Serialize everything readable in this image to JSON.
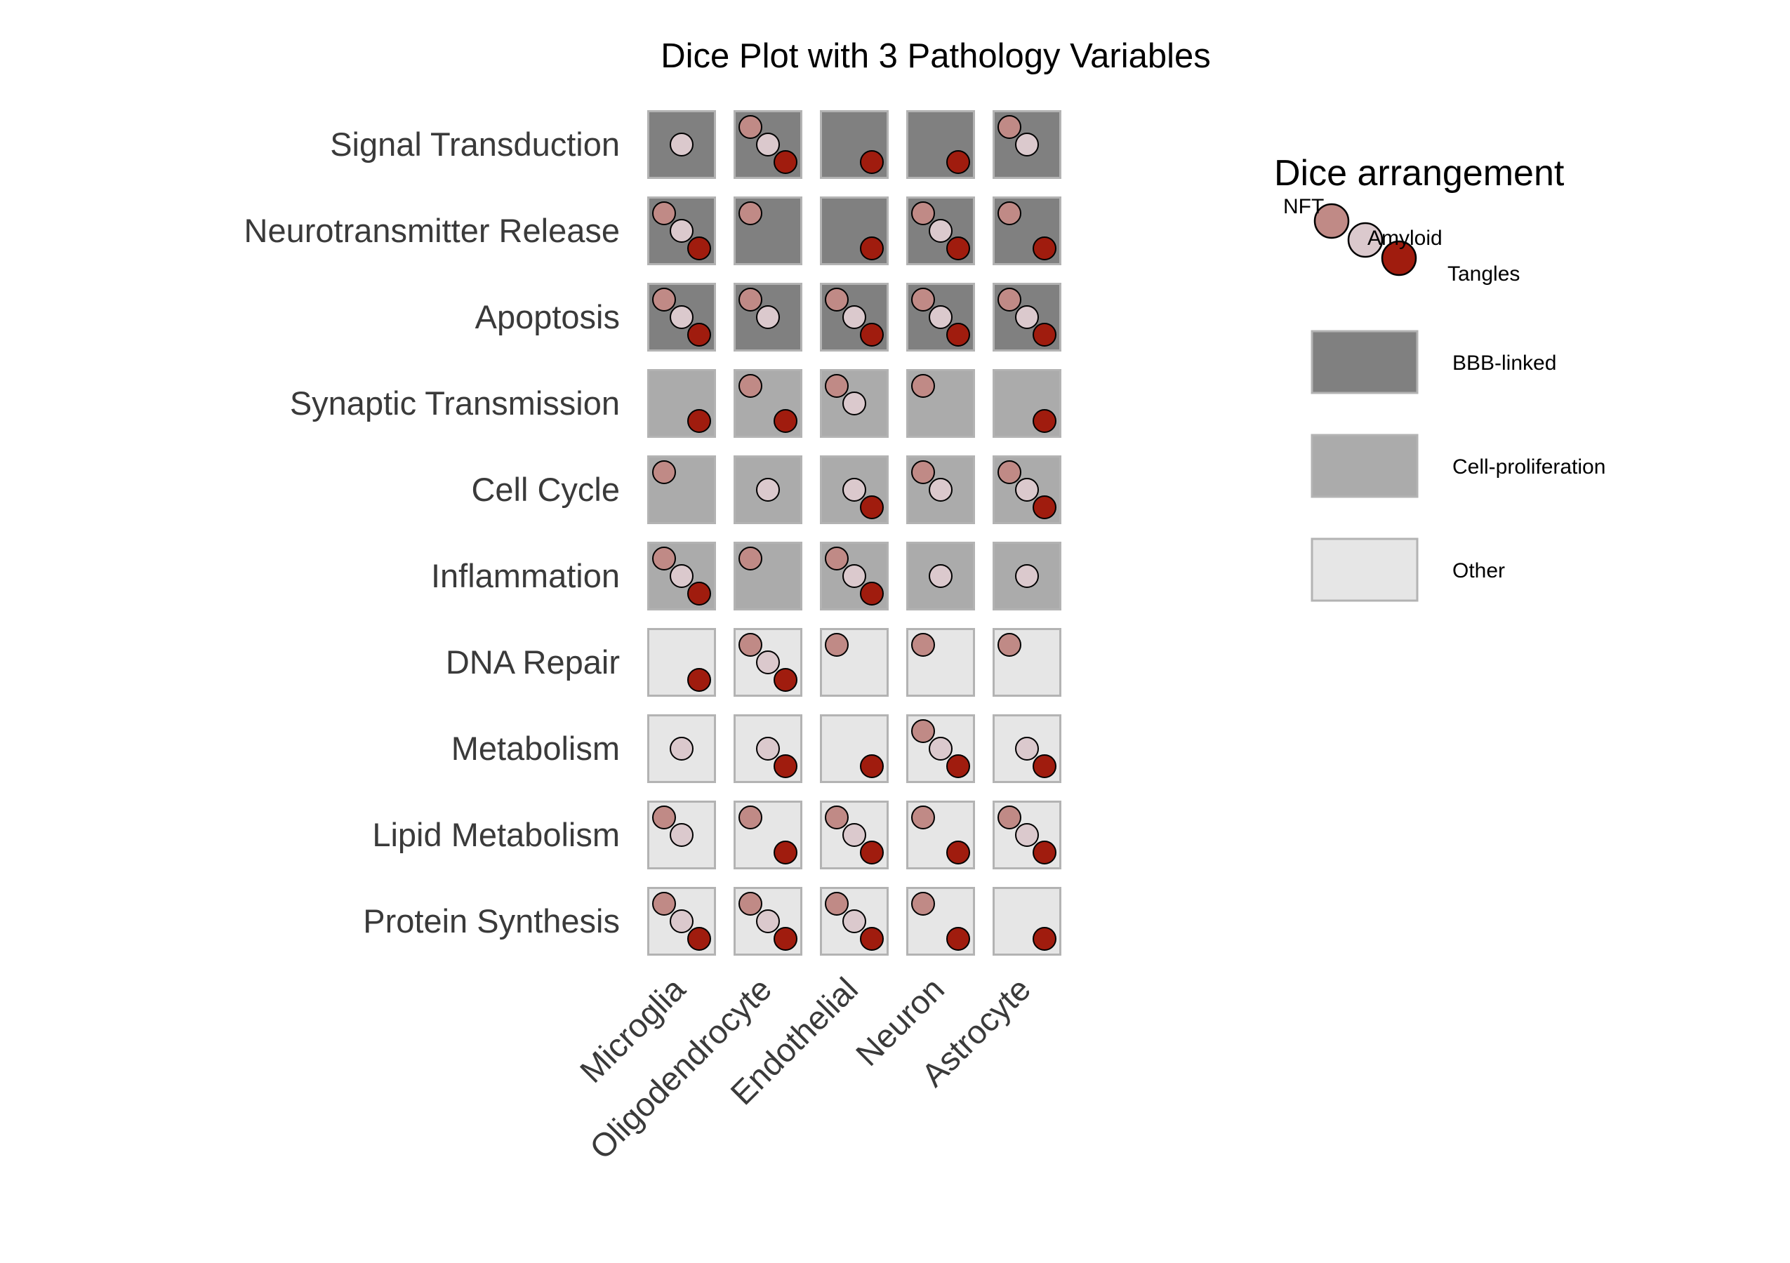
{
  "chart_data": {
    "type": "dice",
    "title": "Dice Plot with 3 Pathology Variables",
    "rows": [
      "Signal Transduction",
      "Neurotransmitter Release",
      "Apoptosis",
      "Synaptic Transmission",
      "Cell Cycle",
      "Inflammation",
      "DNA Repair",
      "Metabolism",
      "Lipid Metabolism",
      "Protein Synthesis"
    ],
    "columns": [
      "Microglia",
      "Oligodendrocyte",
      "Endothelial",
      "Neuron",
      "Astrocyte"
    ],
    "variables": [
      {
        "name": "NFT",
        "color": "#c08a86"
      },
      {
        "name": "Amyloid",
        "color": "#dbc9cd"
      },
      {
        "name": "Tangles",
        "color": "#a01c0e"
      }
    ],
    "cells": [
      [
        [
          "Amyloid"
        ],
        [
          "NFT",
          "Amyloid",
          "Tangles"
        ],
        [
          "Tangles"
        ],
        [
          "Tangles"
        ],
        [
          "NFT",
          "Amyloid"
        ]
      ],
      [
        [
          "NFT",
          "Amyloid",
          "Tangles"
        ],
        [
          "NFT"
        ],
        [
          "Tangles"
        ],
        [
          "NFT",
          "Amyloid",
          "Tangles"
        ],
        [
          "NFT",
          "Tangles"
        ]
      ],
      [
        [
          "NFT",
          "Amyloid",
          "Tangles"
        ],
        [
          "NFT",
          "Amyloid"
        ],
        [
          "NFT",
          "Amyloid",
          "Tangles"
        ],
        [
          "NFT",
          "Amyloid",
          "Tangles"
        ],
        [
          "NFT",
          "Amyloid",
          "Tangles"
        ]
      ],
      [
        [
          "Tangles"
        ],
        [
          "NFT",
          "Tangles"
        ],
        [
          "NFT",
          "Amyloid"
        ],
        [
          "NFT"
        ],
        [
          "Tangles"
        ]
      ],
      [
        [
          "NFT"
        ],
        [
          "Amyloid"
        ],
        [
          "Amyloid",
          "Tangles"
        ],
        [
          "NFT",
          "Amyloid"
        ],
        [
          "NFT",
          "Amyloid",
          "Tangles"
        ]
      ],
      [
        [
          "NFT",
          "Amyloid",
          "Tangles"
        ],
        [
          "NFT"
        ],
        [
          "NFT",
          "Amyloid",
          "Tangles"
        ],
        [
          "Amyloid"
        ],
        [
          "Amyloid"
        ]
      ],
      [
        [
          "Tangles"
        ],
        [
          "NFT",
          "Amyloid",
          "Tangles"
        ],
        [
          "NFT"
        ],
        [
          "NFT"
        ],
        [
          "NFT"
        ]
      ],
      [
        [
          "Amyloid"
        ],
        [
          "Amyloid",
          "Tangles"
        ],
        [
          "Tangles"
        ],
        [
          "NFT",
          "Amyloid",
          "Tangles"
        ],
        [
          "Amyloid",
          "Tangles"
        ]
      ],
      [
        [
          "NFT",
          "Amyloid"
        ],
        [
          "NFT",
          "Tangles"
        ],
        [
          "NFT",
          "Amyloid",
          "Tangles"
        ],
        [
          "NFT",
          "Tangles"
        ],
        [
          "NFT",
          "Amyloid",
          "Tangles"
        ]
      ],
      [
        [
          "NFT",
          "Amyloid",
          "Tangles"
        ],
        [
          "NFT",
          "Amyloid",
          "Tangles"
        ],
        [
          "NFT",
          "Amyloid",
          "Tangles"
        ],
        [
          "NFT",
          "Tangles"
        ],
        [
          "Tangles"
        ]
      ]
    ],
    "row_groups": [
      "BBB-linked",
      "BBB-linked",
      "BBB-linked",
      "Cell-proliferation",
      "Cell-proliferation",
      "Cell-proliferation",
      "Other",
      "Other",
      "Other",
      "Other"
    ],
    "groups": [
      {
        "name": "BBB-linked",
        "color": "#808080"
      },
      {
        "name": "Cell-proliferation",
        "color": "#ababab"
      },
      {
        "name": "Other",
        "color": "#e6e6e6"
      }
    ],
    "legend": {
      "title": "Dice arrangement",
      "position": "right",
      "dot_labels": [
        "NFT",
        "Amyloid",
        "Tangles"
      ],
      "group_labels": [
        "BBB-linked",
        "Cell-proliferation",
        "Other"
      ]
    },
    "tile_border_color": "#b3b3b3",
    "dot_border_color": "#000000",
    "grid": false
  }
}
